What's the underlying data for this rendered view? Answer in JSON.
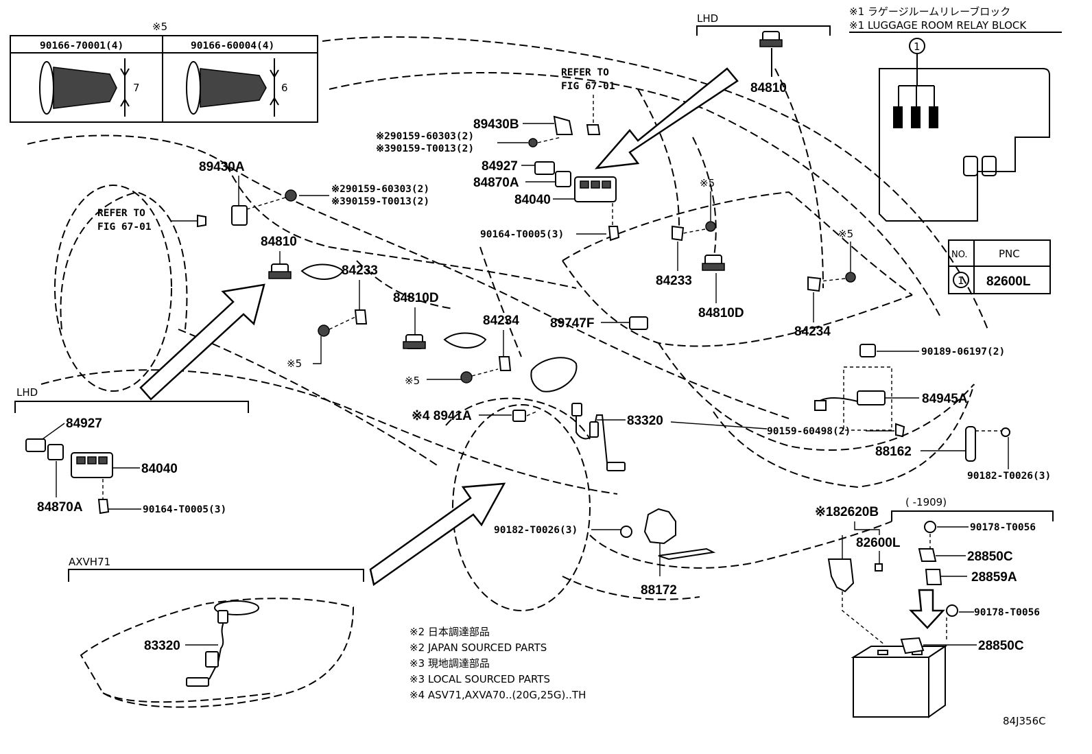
{
  "fastener_box": {
    "note": "※5",
    "left_part": "90166-70001(4)",
    "left_dim": "7",
    "right_part": "90166-60004(4)",
    "right_dim": "6"
  },
  "relay_block": {
    "title_jp": "※1 ラゲージルームリレーブロック",
    "title_en": "※1 LUGGAGE ROOM RELAY BLOCK",
    "marker": "1"
  },
  "pnc_table": {
    "col_no": "NO.",
    "col_pnc": "PNC",
    "row_no": "1",
    "row_pnc": "82600L"
  },
  "headers": {
    "lhd_top": "LHD",
    "lhd_left": "LHD",
    "axvh71": "AXVH71",
    "date_range": "(      -1909)"
  },
  "labels": {
    "p84810_top": "84810",
    "refer_top_1": "REFER TO",
    "refer_top_2": "FIG 67-01",
    "p89430B": "89430B",
    "p90159_60303_a": "※290159-60303(2)",
    "p90159_T0013_a": "※390159-T0013(2)",
    "p84927_top": "84927",
    "p84870A_top": "84870A",
    "p84040_top": "84040",
    "p89430A": "89430A",
    "p90159_60303_b": "※290159-60303(2)",
    "p90159_T0013_b": "※390159-T0013(2)",
    "refer_left_1": "REFER TO",
    "refer_left_2": "FIG 67-01",
    "p84810_left": "84810",
    "p90164_T0005_top": "90164-T0005(3)",
    "note5_a": "※5",
    "note5_b": "※5",
    "note5_c": "※5",
    "note5_d": "※5",
    "p84233_left": "84233",
    "p84233_right": "84233",
    "p84810D_left": "84810D",
    "p84810D_right": "84810D",
    "p84234_mid": "84234",
    "p84234_right": "84234",
    "p89747F": "89747F",
    "p90189_06197": "90189-06197(2)",
    "p84945A": "84945A",
    "p8941A": "※4 8941A",
    "p83320": "83320",
    "p90159_60498": "90159-60498(2)",
    "p88162": "88162",
    "p90182_T0026_r": "90182-T0026(3)",
    "p84927_lhd": "84927",
    "p84040_lhd": "84040",
    "p84870A_lhd": "84870A",
    "p90164_T0005_lhd": "90164-T0005(3)",
    "p90182_T0026_m": "90182-T0026(3)",
    "p88172": "88172",
    "p82620B": "※182620B",
    "p82600L": "82600L",
    "p90178_T0056_a": "90178-T0056",
    "p28850C_a": "28850C",
    "p28859A": "28859A",
    "p90178_T0056_b": "90178-T0056",
    "p28850C_b": "28850C",
    "p83320_tank": "83320"
  },
  "notes": [
    "※2 日本調達部品",
    "※2 JAPAN SOURCED PARTS",
    "※3 現地調達部品",
    "※3 LOCAL SOURCED PARTS",
    "※4 ASV71,AXVA70..(20G,25G)..TH"
  ],
  "figure_code": "84J356C"
}
